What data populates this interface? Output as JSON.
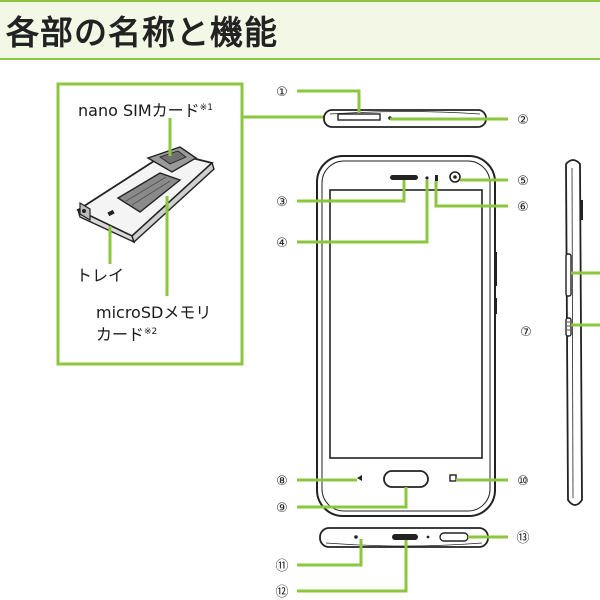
{
  "title": "各部の名称と機能",
  "accent_color": "#8cc63f",
  "inset": {
    "nano_sim_label": "nano SIMカード",
    "nano_sim_note": "※1",
    "tray_label": "トレイ",
    "microsd_label_line1": "microSDメモリ",
    "microsd_label_line2": "カード",
    "microsd_note": "※2"
  },
  "callouts": [
    "①",
    "②",
    "③",
    "④",
    "⑤",
    "⑥",
    "⑦",
    "⑧",
    "⑨",
    "⑩",
    "⑪",
    "⑫",
    "⑬"
  ]
}
